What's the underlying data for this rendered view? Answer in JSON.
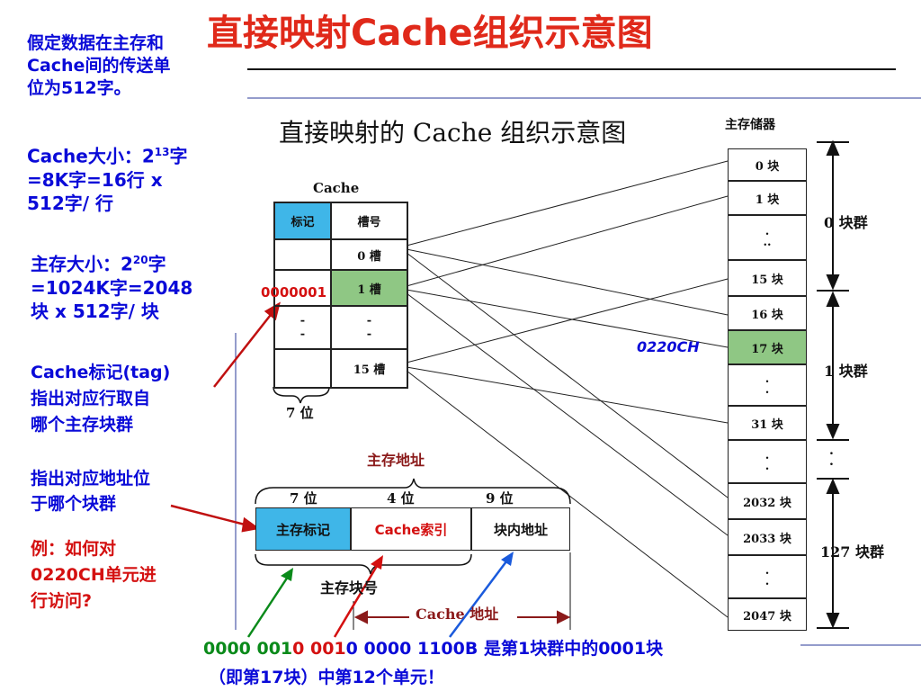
{
  "title": "直接映射Cache组织示意图",
  "left_notes": {
    "note1_l1": "假定数据在主存和",
    "note1_l2": "Cache间的传送单",
    "note1_l3": "位为512字。",
    "cache_size_l1_pre": "Cache大小：2",
    "cache_size_l1_sup": "13",
    "cache_size_l1_post": "字",
    "cache_size_l2": "=8K字=16行 x",
    "cache_size_l3": "512字/ 行",
    "mem_size_l1_pre": "主存大小：2",
    "mem_size_l1_sup": "20",
    "mem_size_l1_post": "字",
    "mem_size_l2": "=1024K字=2048",
    "mem_size_l3": "块 x 512字/ 块",
    "tag_l1": "Cache标记(tag)",
    "tag_l2": "指出对应行取自",
    "tag_l3": "哪个主存块群",
    "addr_l1": "指出对应地址位",
    "addr_l2": "于哪个块群",
    "example_l1": "例：如何对",
    "example_l2": "0220CH单元进",
    "example_l3": "行访问?"
  },
  "figure_title": "直接映射的 Cache 组织示意图",
  "cache": {
    "label": "Cache",
    "tag_header": "标记",
    "slot_header": "槽号",
    "slot0": "0 槽",
    "slot1": "1 槽",
    "dots_a": "-",
    "dots_b": "-",
    "slot15": "15 槽",
    "tag_value": "0000001",
    "width_label": "7 位"
  },
  "memory": {
    "label": "主存储器",
    "blocks": [
      "0 块",
      "1 块",
      ".",
      "15 块",
      "16 块",
      "17 块",
      ".",
      "31 块",
      ".",
      "2032 块",
      "2033 块",
      ".",
      "2047 块"
    ],
    "dots_detail": [
      "..",
      ".",
      ".",
      "."
    ],
    "highlight_label": "0220CH",
    "group0": "0 块群",
    "group1": "1 块群",
    "group_dots": ".",
    "group127": "127 块群"
  },
  "address": {
    "caption": "主存地址",
    "bits1": "7 位",
    "bits2": "4 位",
    "bits3": "9 位",
    "field1": "主存标记",
    "field2": "Cache索引",
    "field3": "块内地址",
    "block_no": "主存块号",
    "cache_addr": "Cache 地址"
  },
  "bottom": {
    "bin_part1": "0000 001",
    "bin_part2": "0 001",
    "bin_part3": "0 0000 1100B",
    "bin_tail": " 是第1块群中的0001块",
    "line2": "（即第17块）中第12个单元！"
  },
  "colors": {
    "title": "#e0291a",
    "blue_text": "#0a0ad8",
    "red_text": "#d41010",
    "tag_fill": "#3fb6e8",
    "green_fill": "#8fc784",
    "arrow_green": "#0a8a1a",
    "arrow_red": "#d41010",
    "arrow_blue": "#1a5adc"
  }
}
